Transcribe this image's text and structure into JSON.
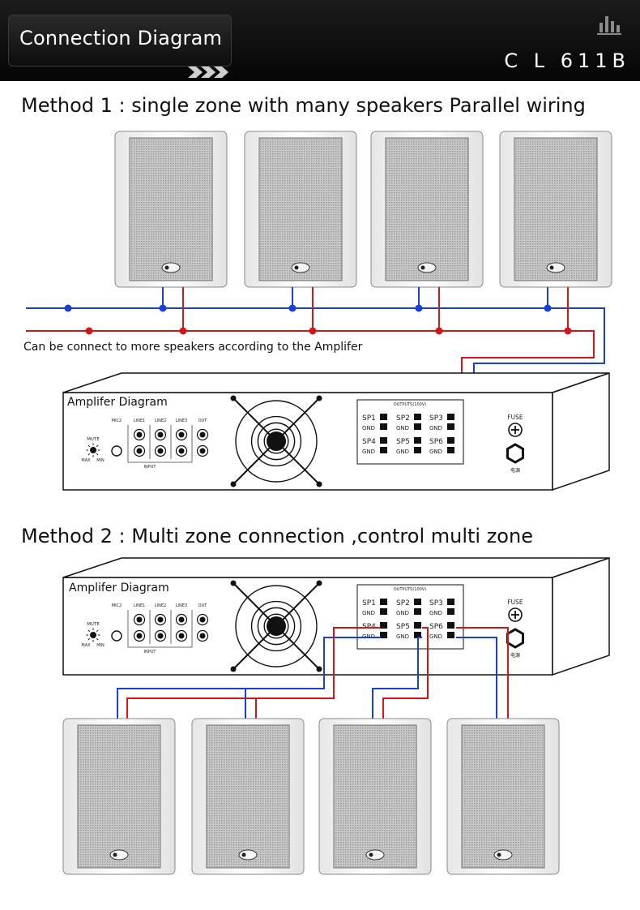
{
  "header": {
    "title": "Connection Diagram",
    "model": "C L 611B",
    "icon": "equalizer-icon"
  },
  "method1": {
    "heading": "Method 1 : single zone with many speakers Parallel wiring",
    "note": "Can be connect to more speakers according to the Amplifer",
    "amp_title": "Amplifer Diagram"
  },
  "method2": {
    "heading": "Method 2 : Multi zone connection ,control multi zone",
    "amp_title": "Amplifer Diagram"
  },
  "amplifier": {
    "inputs": [
      "MIC2",
      "LINE1",
      "LINE2",
      "LINE3",
      "OUT"
    ],
    "input_label": "INPUT",
    "mute_label": "MUTE",
    "max_label": "MAX",
    "min_label": "MIN",
    "outputs_label": "OUTPUTS(100V)",
    "speaker_terms": [
      "SP1",
      "SP2",
      "SP3",
      "SP4",
      "SP5",
      "SP6"
    ],
    "gnd_label": "GND",
    "fuse_label": "FUSE",
    "power_label": "电源"
  },
  "colors": {
    "blue_wire": "#1a3fd6",
    "red_wire": "#d01818",
    "header_bg": "#0b0b0b"
  }
}
